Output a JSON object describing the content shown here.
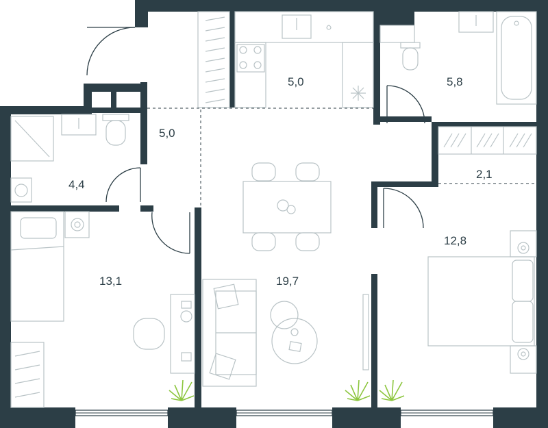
{
  "plan": {
    "rooms": [
      {
        "id": "kitchen",
        "area": "5,0"
      },
      {
        "id": "wc-bath",
        "area": "5,8"
      },
      {
        "id": "hall",
        "area": "5,0"
      },
      {
        "id": "shower-room",
        "area": "4,4"
      },
      {
        "id": "storage",
        "area": "2,1"
      },
      {
        "id": "bedroom-left",
        "area": "13,1"
      },
      {
        "id": "living",
        "area": "19,7"
      },
      {
        "id": "bedroom-right",
        "area": "12,8"
      }
    ]
  },
  "colors": {
    "wall": "#2c3e46",
    "fixture": "#b9c3c6",
    "plant": "#8dc63f",
    "background": "#ffffff"
  }
}
